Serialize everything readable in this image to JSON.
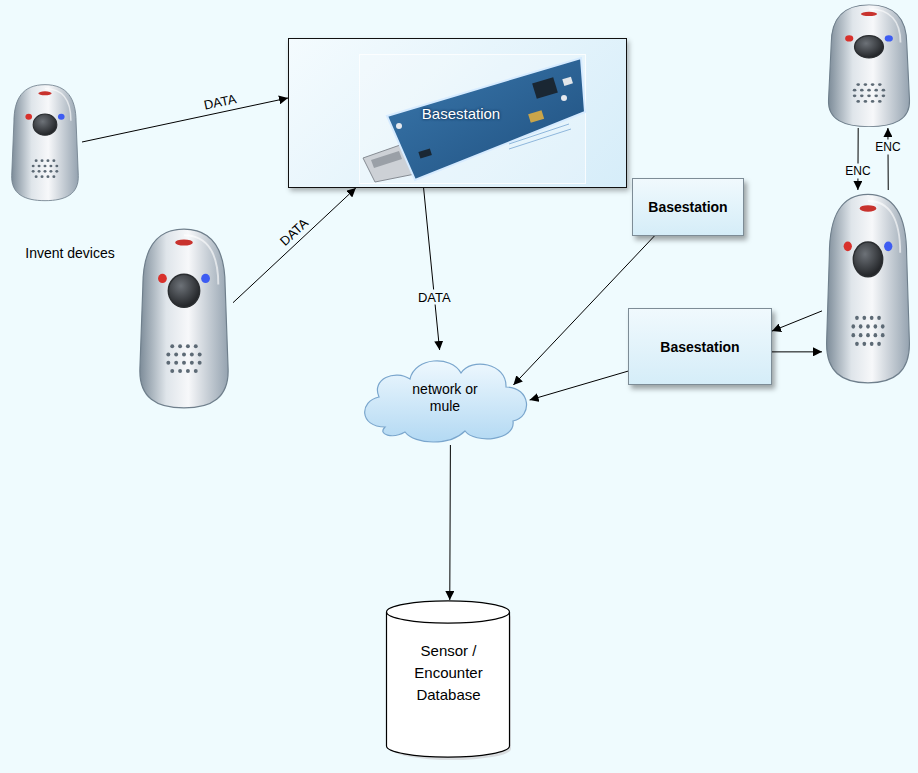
{
  "diagram": {
    "nodes": [
      {
        "text": [
          "Invent devices"
        ]
      },
      {
        "text": []
      },
      {
        "text": [
          "Basestation"
        ]
      },
      {
        "text": []
      },
      {
        "text": [
          "Basestation"
        ]
      },
      {
        "text": [
          "Basestation"
        ]
      },
      {
        "text": []
      },
      {
        "text": [
          "network or mule"
        ]
      },
      {
        "text": [
          "Sensor / Encounter Database"
        ]
      }
    ],
    "edges": [
      {
        "from": 0,
        "to": 2,
        "arrow": "to",
        "label": "DATA"
      },
      {
        "from": 1,
        "to": 2,
        "arrow": "to",
        "label": "DATA"
      },
      {
        "from": 2,
        "to": 7,
        "arrow": "to",
        "label": "DATA"
      },
      {
        "from": 4,
        "to": 7,
        "arrow": "to"
      },
      {
        "from": 5,
        "to": 7,
        "arrow": "to"
      },
      {
        "from": 7,
        "to": 8,
        "arrow": "to"
      },
      {
        "from": 6,
        "to": 5,
        "arrow": "to"
      },
      {
        "from": 5,
        "to": 6,
        "arrow": "to"
      },
      {
        "from": 3,
        "to": 6,
        "arrow": "to",
        "label": "ENC"
      },
      {
        "from": 6,
        "to": 3,
        "arrow": "to",
        "label": "ENC"
      }
    ]
  }
}
